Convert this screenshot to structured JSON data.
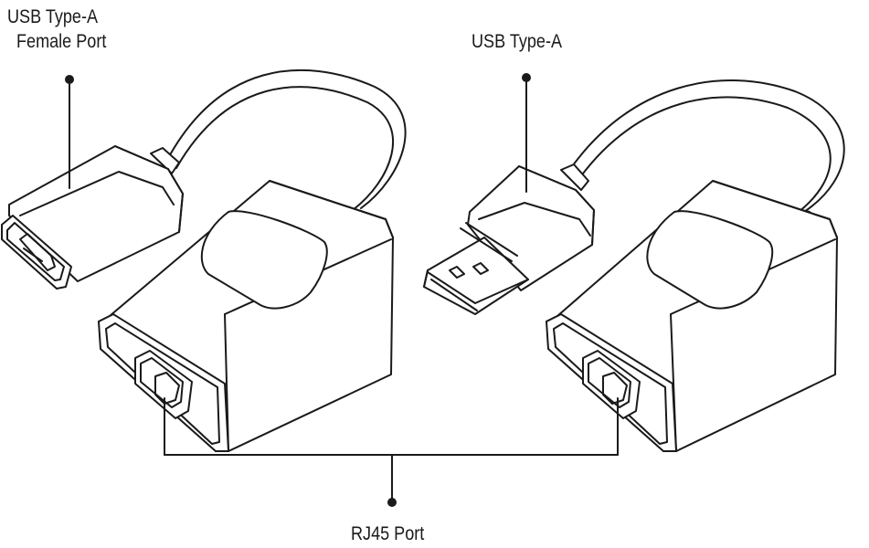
{
  "labels": {
    "female_port_line1": "USB Type-A",
    "female_port_line2": "Female Port",
    "usb_type_a": "USB Type-A",
    "rj45_port": "RJ45 Port"
  },
  "colors": {
    "stroke": "#1a1a1a",
    "fill": "#ffffff",
    "background": "#ffffff"
  }
}
